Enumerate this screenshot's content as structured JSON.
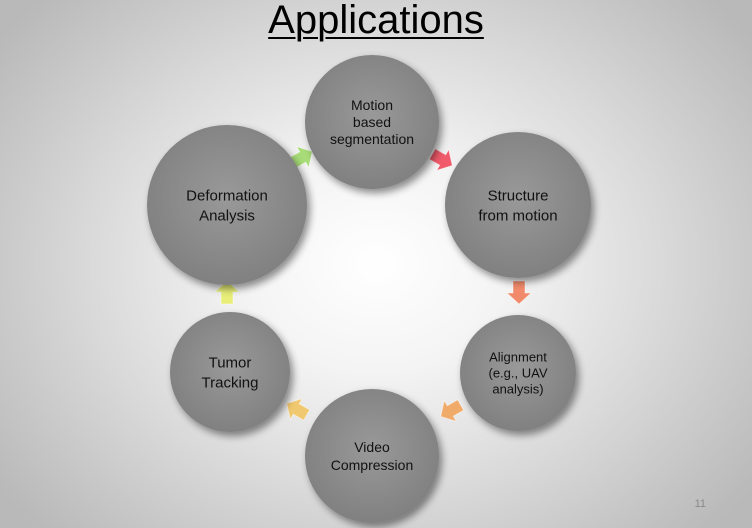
{
  "title": "Applications",
  "page_number": "11",
  "nodes": [
    {
      "id": "motion-based-segmentation",
      "lines": [
        "Motion",
        "based",
        "segmentation"
      ]
    },
    {
      "id": "structure-from-motion",
      "lines": [
        "Structure",
        "from motion"
      ]
    },
    {
      "id": "alignment",
      "lines": [
        "Alignment",
        "(e.g., UAV",
        "analysis)"
      ]
    },
    {
      "id": "video-compression",
      "lines": [
        "Video",
        "Compression"
      ]
    },
    {
      "id": "tumor-tracking",
      "lines": [
        "Tumor",
        "Tracking"
      ]
    },
    {
      "id": "deformation-analysis",
      "lines": [
        "Deformation",
        "Analysis"
      ]
    }
  ],
  "arrow_colors": [
    "#f05a6a",
    "#f08a6a",
    "#f0aa6a",
    "#f0c870",
    "#e8ee78",
    "#a8dc78"
  ],
  "node_color": "#8c8c8c"
}
